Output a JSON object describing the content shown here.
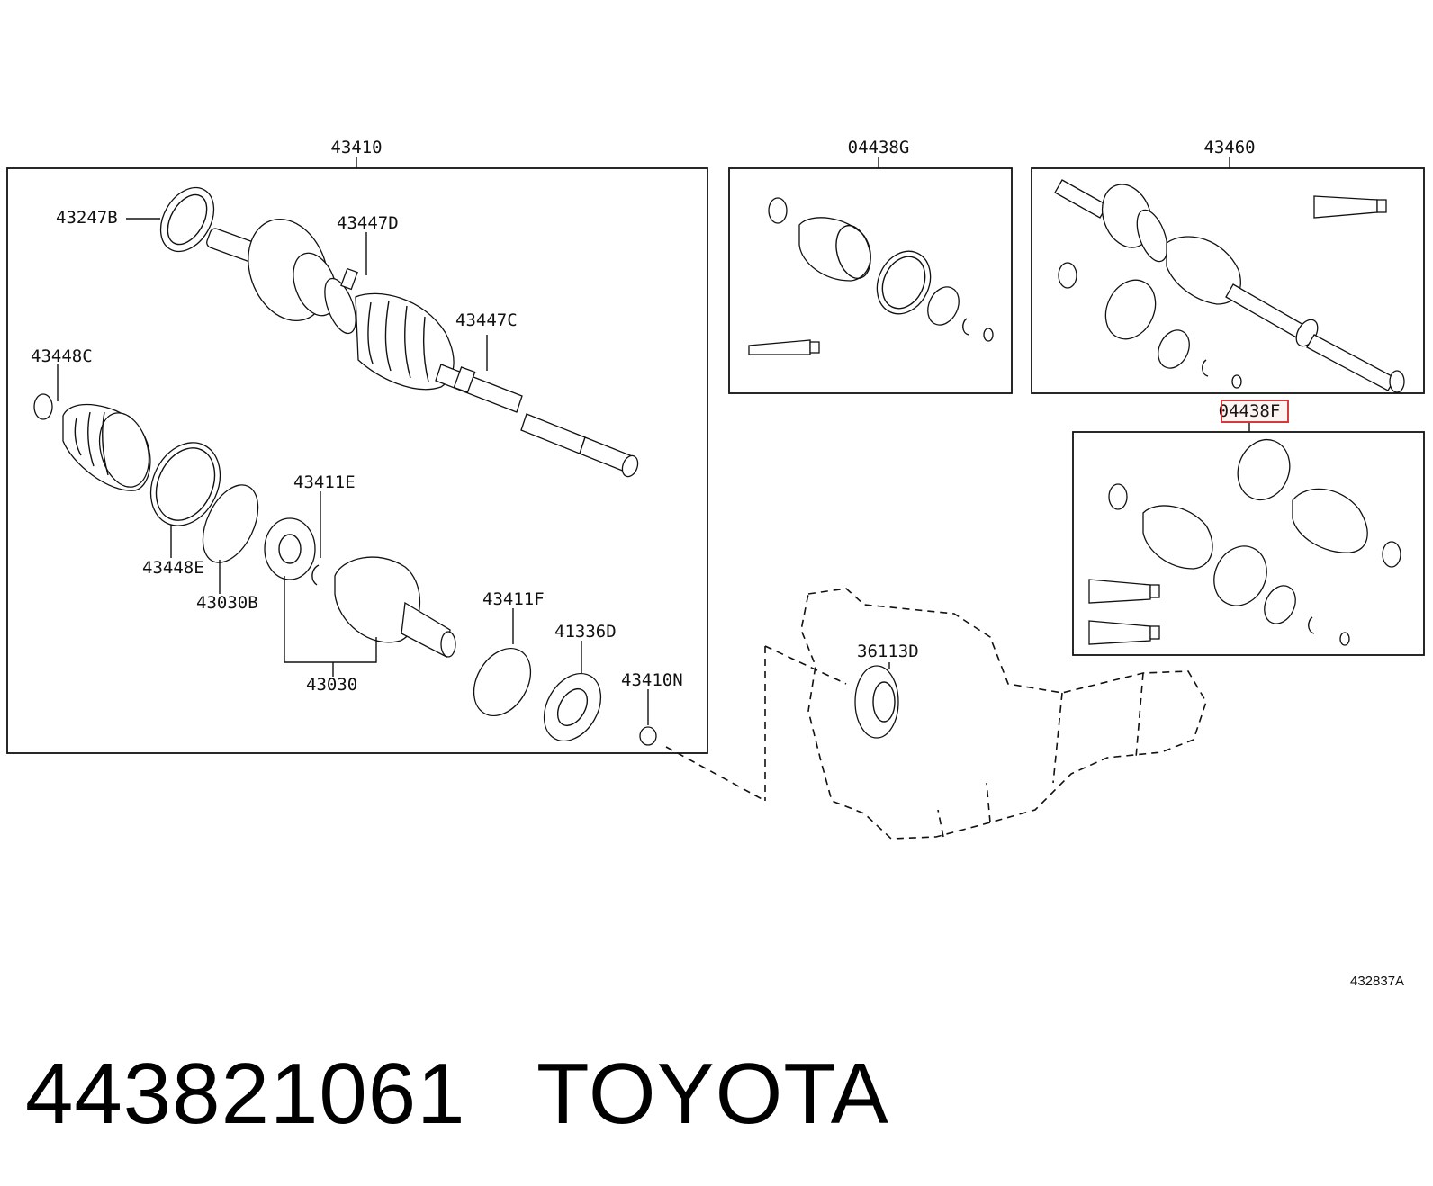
{
  "diagram": {
    "callouts": {
      "c43410": "43410",
      "c04438G": "04438G",
      "c43460": "43460",
      "c04438F": "04438F",
      "c43247B": "43247B",
      "c43447D": "43447D",
      "c43447C": "43447C",
      "c43448C": "43448C",
      "c43411E": "43411E",
      "c43448E": "43448E",
      "c43030B": "43030B",
      "c43030": "43030",
      "c43411F": "43411F",
      "c41336D": "41336D",
      "c43410N": "43410N",
      "c36113D": "36113D"
    },
    "figure_ref": "432837A",
    "highlight_color": "#d43a3a"
  },
  "footer": {
    "part_number": "443821061",
    "brand": "TOYOTA"
  }
}
